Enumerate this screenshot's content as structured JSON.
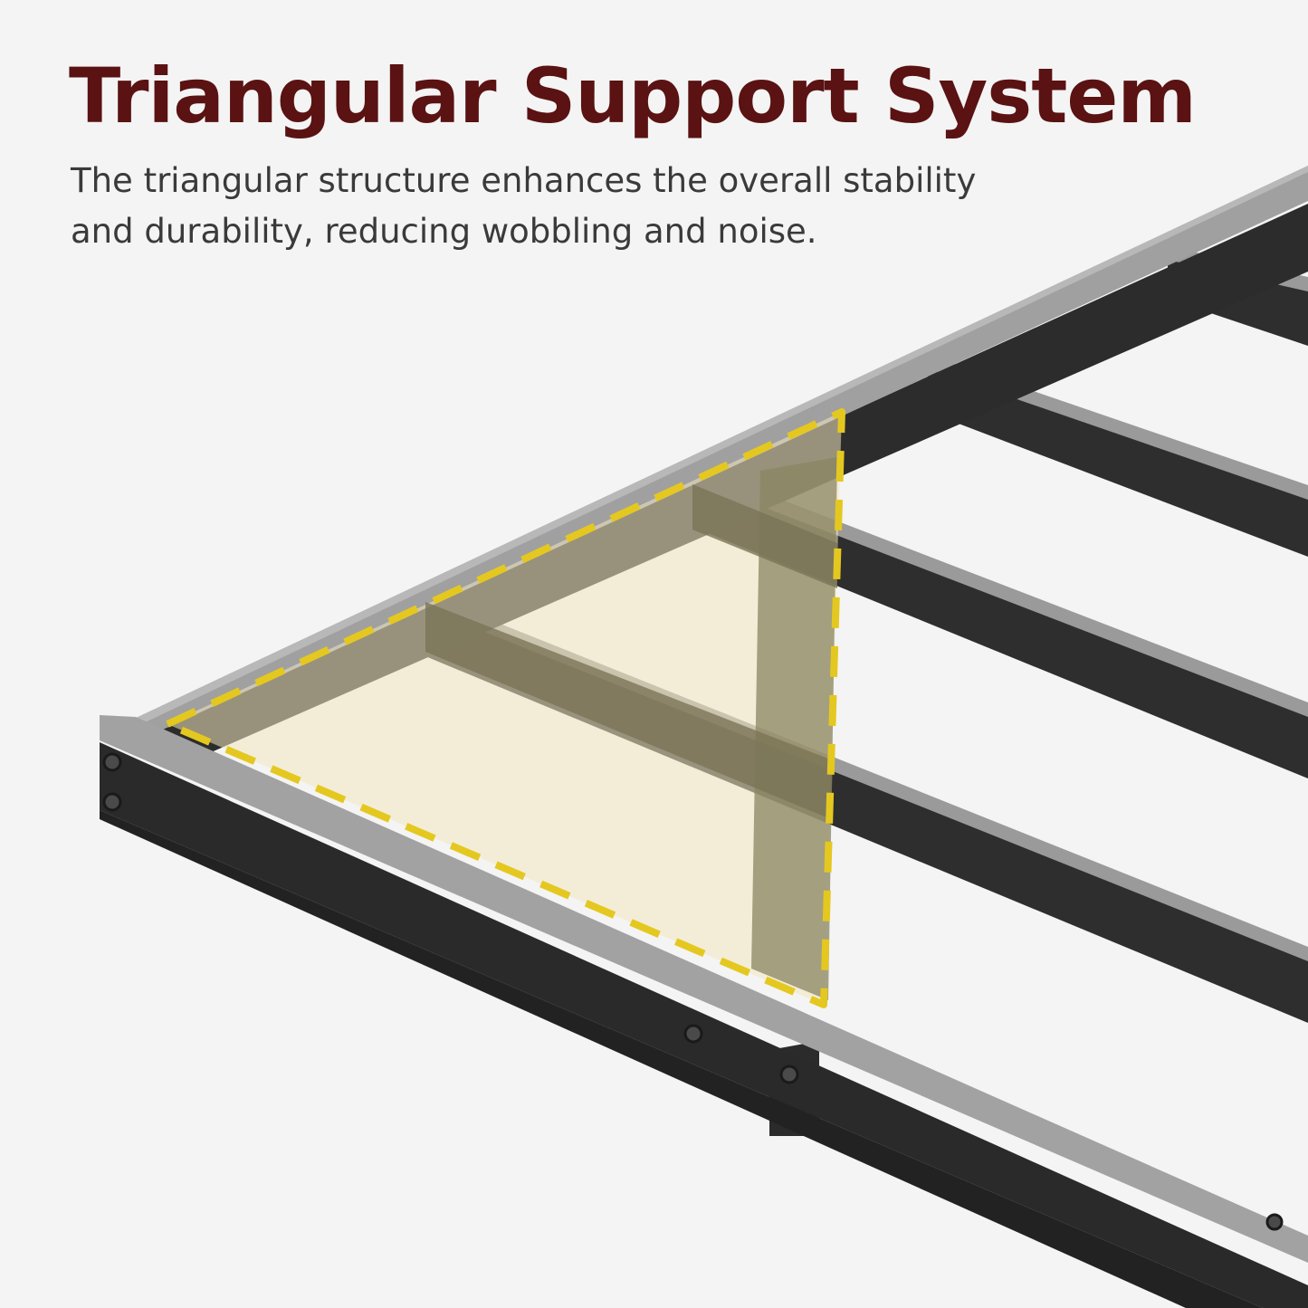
{
  "headline": "Triangular Support System",
  "description": "The triangular structure enhances the overall stability and durability, reducing wobbling and noise.",
  "colors": {
    "background": "#f4f4f4",
    "headline": "#5a1212",
    "body_text": "#3a3a3a",
    "frame_top": "#9c9c9c",
    "frame_side": "#2c2c2c",
    "highlight_fill": "#f2e8c0",
    "highlight_dash": "#e4c820"
  },
  "icons": {
    "illustration": "bed-frame-corner-illustration",
    "highlight": "dashed-triangle-highlight"
  }
}
